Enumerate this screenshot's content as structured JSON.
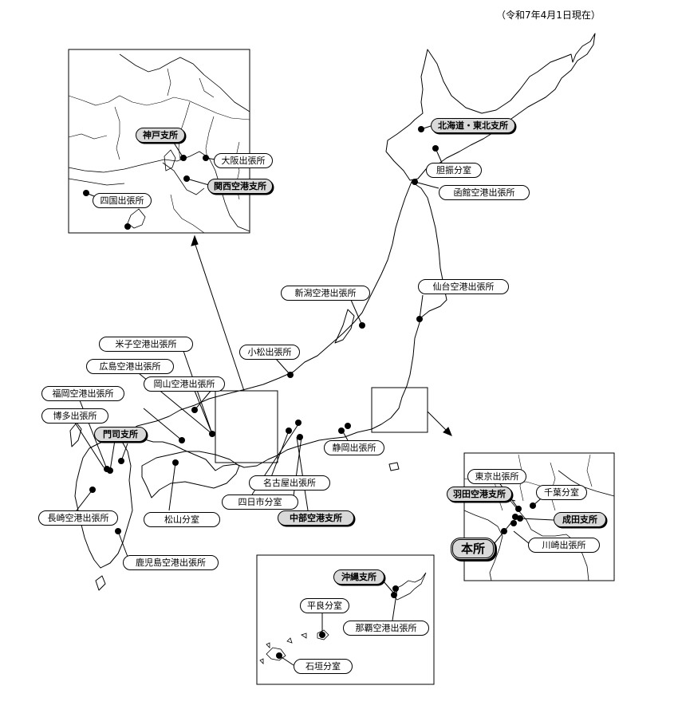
{
  "date_note": "（令和7年4月1日現在）",
  "offices": {
    "hokkaido_tohoku": "北海道・東北支所",
    "tomakomai": "胆振分室",
    "hakodate": "函館空港出張所",
    "sendai": "仙台空港出張所",
    "niigata": "新潟空港出張所",
    "komatsu": "小松出張所",
    "yonago": "米子空港出張所",
    "hiroshima": "広島空港出張所",
    "okayama": "岡山空港出張所",
    "fukuoka": "福岡空港出張所",
    "hakata": "博多出張所",
    "moji": "門司支所",
    "nagasaki": "長崎空港出張所",
    "matsuyama": "松山分室",
    "kagoshima": "鹿児島空港出張所",
    "nagoya": "名古屋出張所",
    "yokkaichi": "四日市分室",
    "chubu": "中部空港支所",
    "shizuoka": "静岡出張所",
    "kobe": "神戸支所",
    "osaka": "大阪出張所",
    "kansai": "関西空港支所",
    "shikoku": "四国出張所",
    "tokyo": "東京出張所",
    "haneda": "羽田空港支所",
    "chiba": "千葉分室",
    "narita": "成田支所",
    "kawasaki": "川崎出張所",
    "honsho": "本所",
    "okinawa": "沖縄支所",
    "hirara": "平良分室",
    "naha": "那覇空港出張所",
    "ishigaki": "石垣分室"
  }
}
